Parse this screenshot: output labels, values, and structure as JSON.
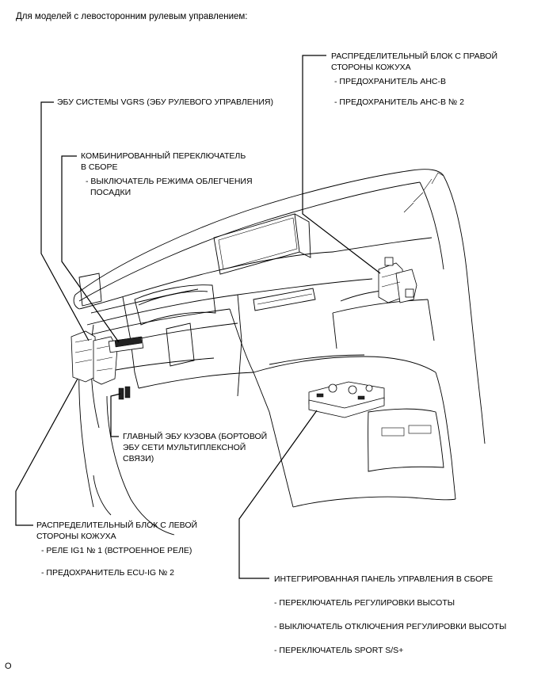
{
  "title": "Для моделей с левосторонним рулевым управлением:",
  "labels": {
    "right_box": {
      "title_l1": "РАСПРЕДЕЛИТЕЛЬНЫЙ БЛОК С ПРАВОЙ",
      "title_l2": "СТОРОНЫ КОЖУХА",
      "item1": "- ПРЕДОХРАНИТЕЛЬ AHC-B",
      "item2": "- ПРЕДОХРАНИТЕЛЬ AHC-B № 2"
    },
    "vgrs_ecu": "ЭБУ СИСТЕМЫ VGRS (ЭБУ РУЛЕВОГО УПРАВЛЕНИЯ)",
    "combo_switch": {
      "title_l1": "КОМБИНИРОВАННЫЙ ПЕРЕКЛЮЧАТЕЛЬ",
      "title_l2": "В СБОРЕ",
      "item1_l1": "- ВЫКЛЮЧАТЕЛЬ РЕЖИМА ОБЛЕГЧЕНИЯ",
      "item1_l2": "ПОСАДКИ"
    },
    "body_ecu": {
      "l1": "ГЛАВНЫЙ ЭБУ КУЗОВА (БОРТОВОЙ",
      "l2": "ЭБУ СЕТИ МУЛЬТИПЛЕКСНОЙ",
      "l3": "СВЯЗИ)"
    },
    "left_box": {
      "title_l1": "РАСПРЕДЕЛИТЕЛЬНЫЙ БЛОК С ЛЕВОЙ",
      "title_l2": "СТОРОНЫ КОЖУХА",
      "item1": "- РЕЛЕ IG1 № 1 (ВСТРОЕННОЕ РЕЛЕ)",
      "item2": "- ПРЕДОХРАНИТЕЛЬ ECU-IG № 2"
    },
    "control_panel": {
      "title": "ИНТЕГРИРОВАННАЯ ПАНЕЛЬ УПРАВЛЕНИЯ В СБОРЕ",
      "item1": "- ПЕРЕКЛЮЧАТЕЛЬ РЕГУЛИРОВКИ ВЫСОТЫ",
      "item2": "- ВЫКЛЮЧАТЕЛЬ ОТКЛЮЧЕНИЯ РЕГУЛИРОВКИ ВЫСОТЫ",
      "item3": "- ПЕРЕКЛЮЧАТЕЛЬ SPORT S/S+"
    }
  },
  "footer_code": "O"
}
